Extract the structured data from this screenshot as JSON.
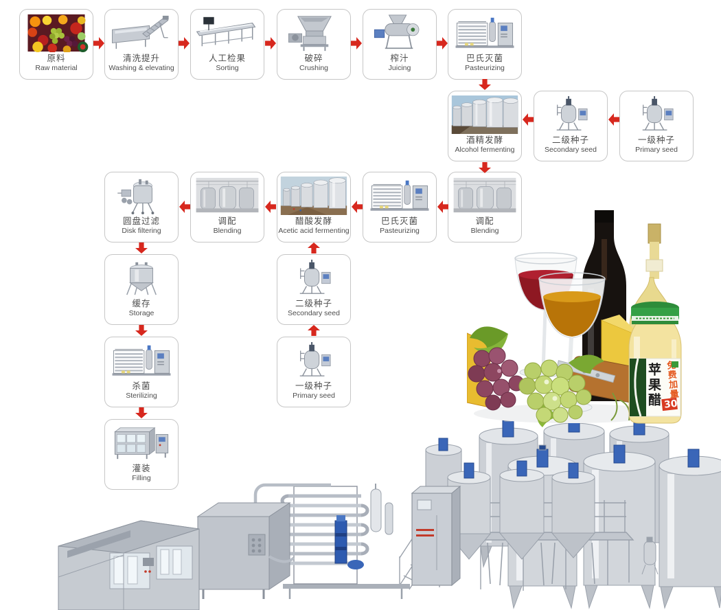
{
  "flow": {
    "arrow_color": "#d7281e",
    "stations": {
      "raw_material": {
        "zh": "原料",
        "en": "Raw material"
      },
      "washing": {
        "zh": "清洗提升",
        "en": "Washing & elevating"
      },
      "sorting": {
        "zh": "人工检果",
        "en": "Sorting"
      },
      "crushing": {
        "zh": "破碎",
        "en": "Crushing"
      },
      "juicing": {
        "zh": "榨汁",
        "en": "Juicing"
      },
      "pasteurizing_a": {
        "zh": "巴氏灭菌",
        "en": "Pasteurizing"
      },
      "alcohol_fermenting": {
        "zh": "酒精发酵",
        "en": "Alcohol fermenting"
      },
      "secondary_seed_a": {
        "zh": "二级种子",
        "en": "Secondary seed"
      },
      "primary_seed_a": {
        "zh": "一级种子",
        "en": "Primary seed"
      },
      "disk_filtering": {
        "zh": "圆盘过滤",
        "en": "Disk filtering"
      },
      "blending_b": {
        "zh": "调配",
        "en": "Blending"
      },
      "acetic_fermenting": {
        "zh": "醋酸发酵",
        "en": "Acetic acid fermenting"
      },
      "pasteurizing_b": {
        "zh": "巴氏灭菌",
        "en": "Pasteurizing"
      },
      "blending_a": {
        "zh": "调配",
        "en": "Blending"
      },
      "storage": {
        "zh": "缓存",
        "en": "Storage"
      },
      "sterilizing": {
        "zh": "杀菌",
        "en": "Sterilizing"
      },
      "filling": {
        "zh": "灌装",
        "en": "Filling"
      },
      "secondary_seed_b": {
        "zh": "二级种子",
        "en": "Secondary seed"
      },
      "primary_seed_b": {
        "zh": "一级种子",
        "en": "Primary seed"
      }
    }
  },
  "product": {
    "bottle_label": "苹果醋",
    "badge_text": "免费加量",
    "badge_number": "30"
  }
}
